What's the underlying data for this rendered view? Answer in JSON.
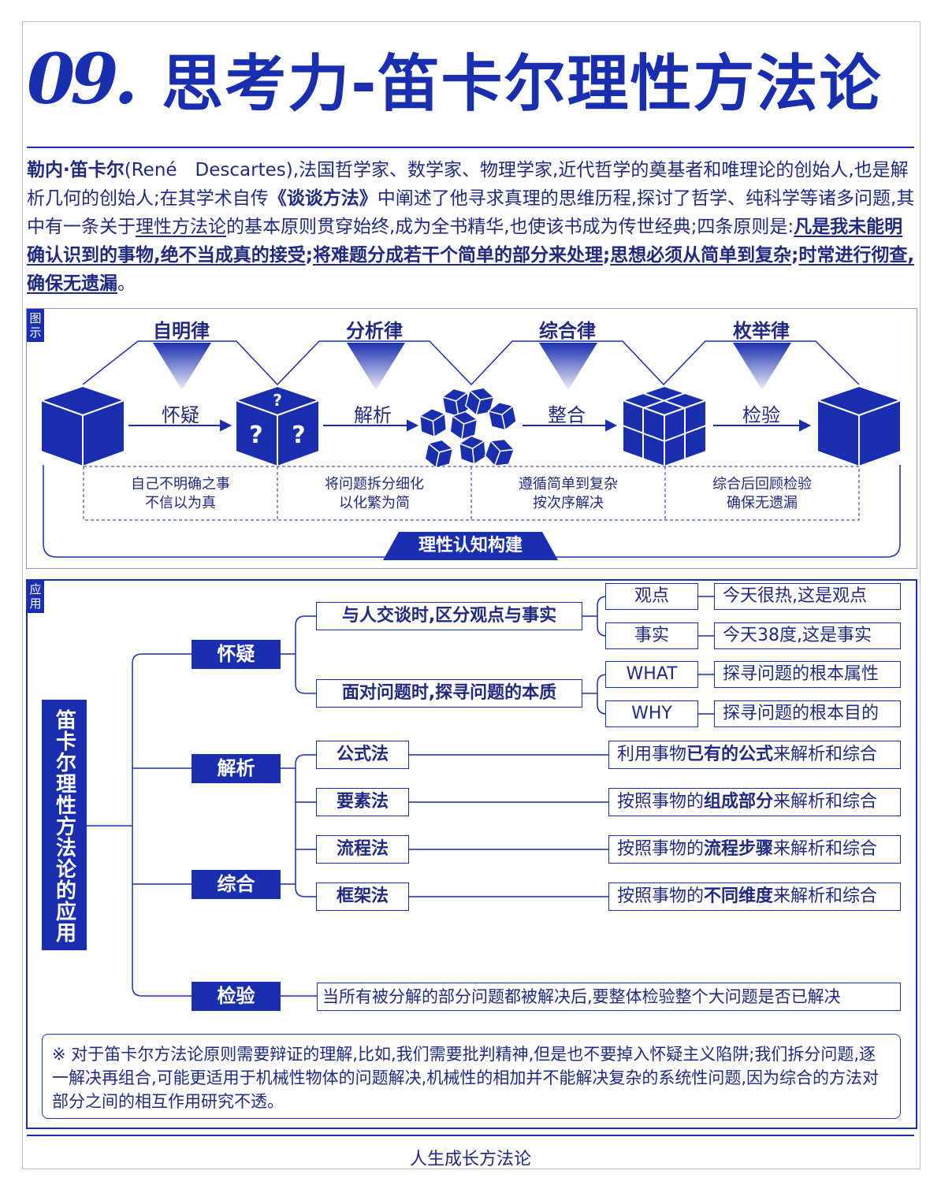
{
  "title": {
    "number": "09.",
    "text": "思考力-笛卡尔理性方法论"
  },
  "intro": {
    "name": "勒内·笛卡尔",
    "name_en": "(René　Descartes)",
    "p1": ",法国哲学家、数学家、物理学家,近代哲学的奠基者和唯理论的创始人,也是解析几何的创始人;在其学术自传",
    "book": "《谈谈方法》",
    "p2": "中阐述了他寻求真理的思维历程,探讨了哲学、纯科学等诸多问题,其中有一条关于",
    "method": "理性方法论",
    "p3": "的基本原则贯穿始终,成为全书精华,也使该书成为传世经典;四条原则是:",
    "rule1": "凡是我未能明确认识到的事物,绝不当成真的接受",
    "sep1": ";",
    "rule2": "将难题分成若干个简单的部分来处理",
    "sep2": ";",
    "rule3": "思想必须从简单到复杂",
    "sep3": ";",
    "rule4": "时常进行彻查,确保无遗漏",
    "end": "。"
  },
  "diagram": {
    "tag": "图示",
    "laws": [
      "自明律",
      "分析律",
      "综合律",
      "枚举律"
    ],
    "actions": [
      "怀疑",
      "解析",
      "整合",
      "检验"
    ],
    "descs": [
      [
        "自己不明确之事",
        "不信以为真"
      ],
      [
        "将问题拆分细化",
        "以化繁为简"
      ],
      [
        "遵循简单到复杂",
        "按次序解决"
      ],
      [
        "综合后回顾检验",
        "确保无遗漏"
      ]
    ],
    "question_mark": "?",
    "banner": "理性认知构建"
  },
  "application": {
    "tag": "应用",
    "root": "笛卡尔理性方法论的应用",
    "branches": [
      "怀疑",
      "解析",
      "综合",
      "检验"
    ],
    "doubt": {
      "sub1": "与人交谈时,区分观点与事实",
      "sub2": "面对问题时,探寻问题的本质",
      "leaves": [
        {
          "label": "观点",
          "text": "今天很热,这是观点"
        },
        {
          "label": "事实",
          "text": "今天38度,这是事实"
        },
        {
          "label": "WHAT",
          "text": "探寻问题的根本属性"
        },
        {
          "label": "WHY",
          "text": "探寻问题的根本目的"
        }
      ]
    },
    "methods": [
      {
        "label": "公式法",
        "pre": "利用事物",
        "bold": "已有的公式",
        "post": "来解析和综合"
      },
      {
        "label": "要素法",
        "pre": "按照事物的",
        "bold": "组成部分",
        "post": "来解析和综合"
      },
      {
        "label": "流程法",
        "pre": "按照事物的",
        "bold": "流程步骤",
        "post": "来解析和综合"
      },
      {
        "label": "框架法",
        "pre": "按照事物的",
        "bold": "不同维度",
        "post": "来解析和综合"
      }
    ],
    "verify": "当所有被分解的部分问题都被解决后,要整体检验整个大问题是否已解决"
  },
  "note": "※ 对于笛卡尔方法论原则需要辩证的理解,比如,我们需要批判精神,但是也不要掉入怀疑主义陷阱;我们拆分问题,逐一解决再组合,可能更适用于机械性物体的问题解决,机械性的相加并不能解决复杂的系统性问题,因为综合的方法对部分之间的相互作用研究不透。",
  "footer": "人生成长方法论",
  "colors": {
    "primary": "#1a2fb0",
    "text": "#1f2a80"
  }
}
